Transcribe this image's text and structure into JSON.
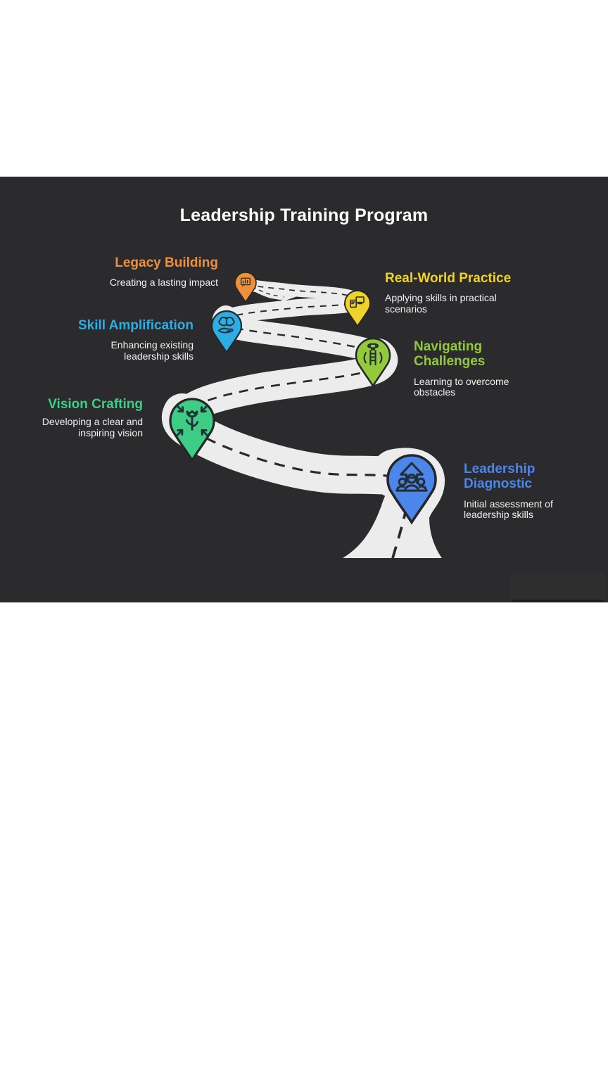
{
  "page": {
    "background": "#ffffff",
    "panel_background": "#2b2b2d"
  },
  "title": "Leadership Training Program",
  "road": {
    "color": "#ececec",
    "dash_color": "#2b2b2d"
  },
  "stages": [
    {
      "id": "leadership-diagnostic",
      "title": "Leadership Diagnostic",
      "description": "Initial assessment of leadership skills",
      "color": "#4d86ea",
      "icon": "people-growth-arrow-icon"
    },
    {
      "id": "vision-crafting",
      "title": "Vision Crafting",
      "description": "Developing a clear and inspiring vision",
      "color": "#3ecd85",
      "icon": "focus-flower-icon"
    },
    {
      "id": "navigating-challenges",
      "title": "Navigating Challenges",
      "description": "Learning to overcome obstacles",
      "color": "#93c93d",
      "icon": "ladder-trophy-icon"
    },
    {
      "id": "skill-amplification",
      "title": "Skill Amplification",
      "description": "Enhancing existing leadership skills",
      "color": "#2cade4",
      "icon": "brain-hand-icon"
    },
    {
      "id": "real-world-practice",
      "title": "Real-World Practice",
      "description": "Applying skills in practical scenarios",
      "color": "#efd32b",
      "icon": "monitors-icon"
    },
    {
      "id": "legacy-building",
      "title": "Legacy Building",
      "description": "Creating a lasting impact",
      "color": "#ee8f3c",
      "icon": "chart-bubble-icon"
    }
  ]
}
